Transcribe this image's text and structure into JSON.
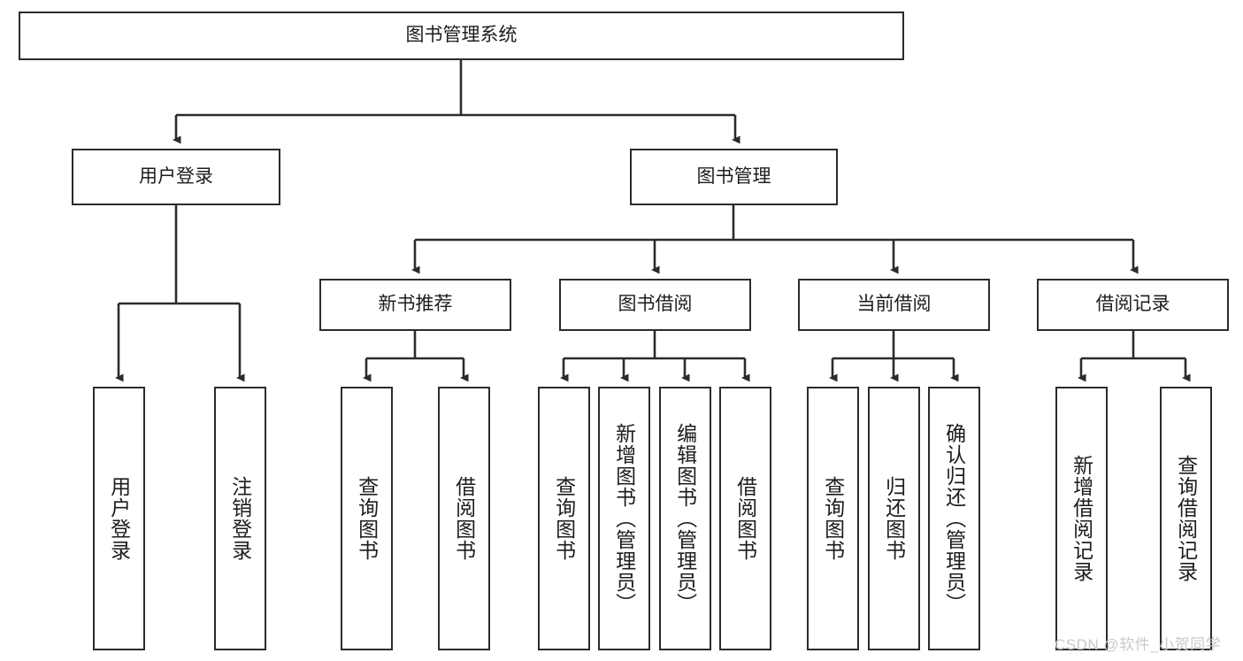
{
  "diagram": {
    "title": "图书管理系统",
    "watermark": "CSDN @软件_小贺同学",
    "accent": "#2b2b2b",
    "background": "#ffffff",
    "nodes": {
      "root": {
        "label": "图书管理系统"
      },
      "level2": [
        {
          "label": "用户登录"
        },
        {
          "label": "图书管理"
        }
      ],
      "level3": [
        {
          "label": "新书推荐"
        },
        {
          "label": "图书借阅"
        },
        {
          "label": "当前借阅"
        },
        {
          "label": "借阅记录"
        }
      ],
      "leaves": {
        "user_login": [
          {
            "label": "用户登录"
          },
          {
            "label": "注销登录"
          }
        ],
        "new_book_recommend": [
          {
            "label": "查询图书"
          },
          {
            "label": "借阅图书"
          }
        ],
        "book_borrow": [
          {
            "label": "查询图书"
          },
          {
            "label": "新增图书（管理员）"
          },
          {
            "label": "编辑图书（管理员）"
          },
          {
            "label": "借阅图书"
          }
        ],
        "current_borrow": [
          {
            "label": "查询图书"
          },
          {
            "label": "归还图书"
          },
          {
            "label": "确认归还（管理员）"
          }
        ],
        "borrow_record": [
          {
            "label": "新增借阅记录"
          },
          {
            "label": "查询借阅记录"
          }
        ]
      }
    }
  }
}
